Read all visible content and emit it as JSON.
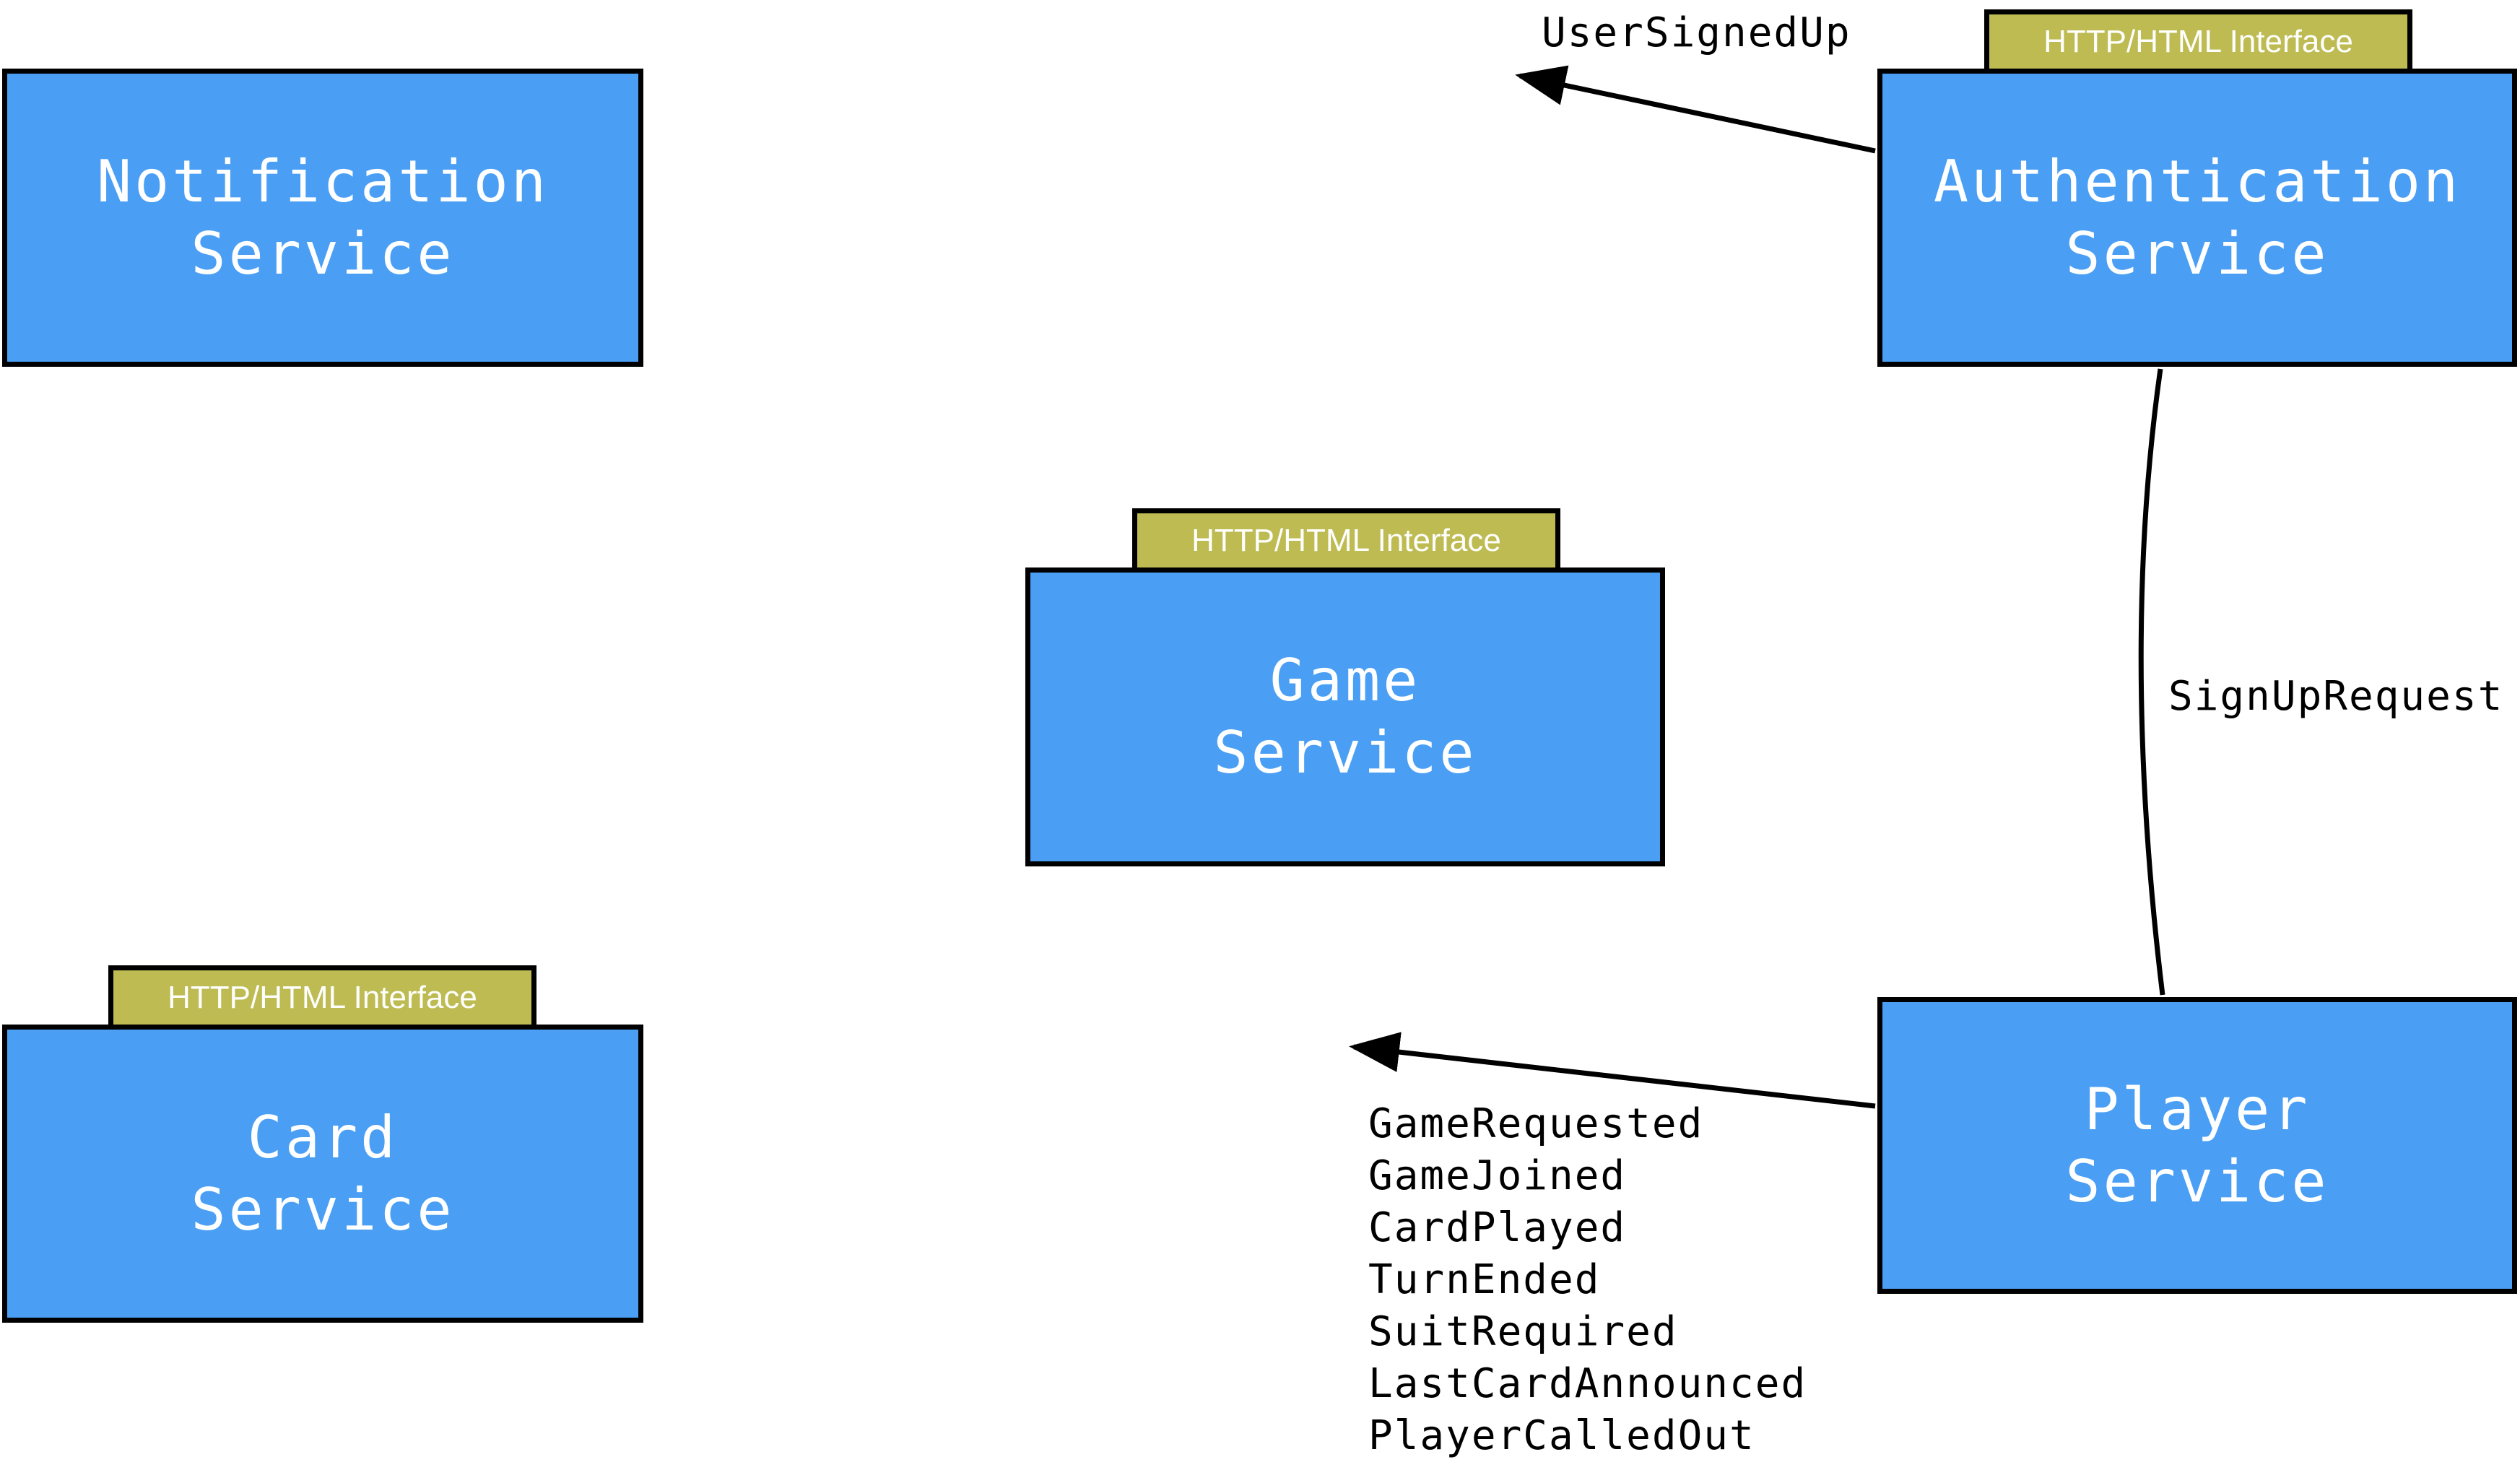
{
  "services": {
    "notification": {
      "line1": "Notification",
      "line2": "Service"
    },
    "authentication": {
      "line1": "Authentication",
      "line2": "Service",
      "interface": "HTTP/HTML Interface"
    },
    "game": {
      "line1": "Game",
      "line2": "Service",
      "interface": "HTTP/HTML Interface"
    },
    "card": {
      "line1": "Card",
      "line2": "Service",
      "interface": "HTTP/HTML Interface"
    },
    "player": {
      "line1": "Player",
      "line2": "Service"
    }
  },
  "edges": {
    "user_signed_up": "UserSignedUp",
    "sign_up_request": "SignUpRequest",
    "player_events": [
      "GameRequested",
      "GameJoined",
      "CardPlayed",
      "TurnEnded",
      "SuitRequired",
      "LastCardAnnounced",
      "PlayerCalledOut"
    ]
  },
  "colors": {
    "service_fill": "#4a9ff5",
    "interface_fill": "#bdbb52",
    "stroke": "#000000",
    "service_text": "#ffffff"
  }
}
